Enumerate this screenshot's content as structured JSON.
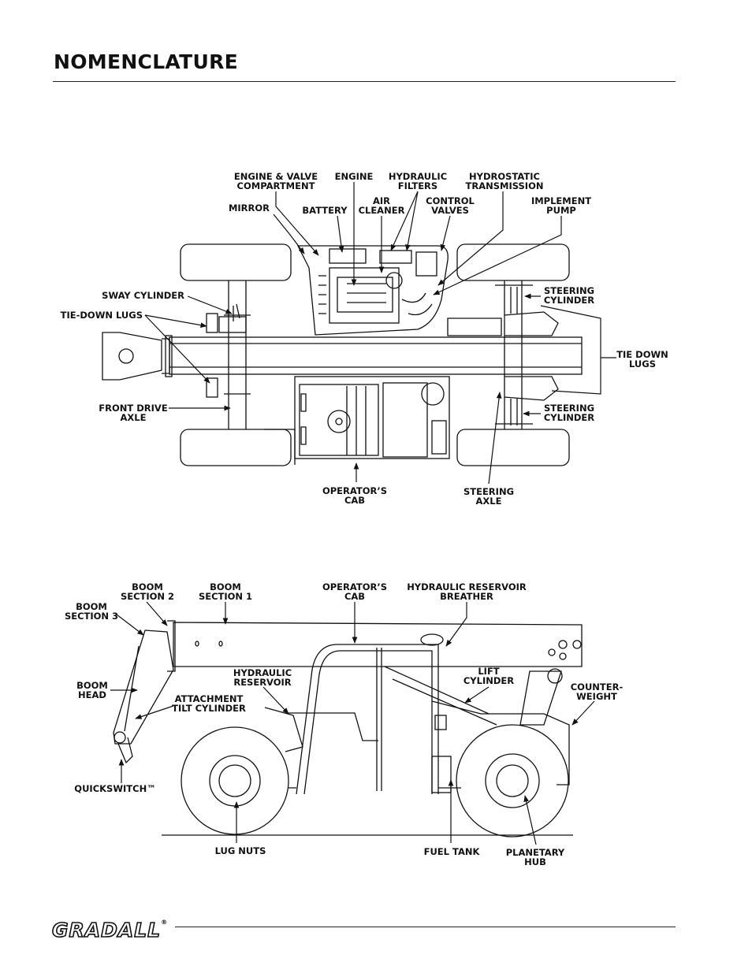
{
  "page": {
    "title": "NOMENCLATURE",
    "logo_text": "GRADALL",
    "logo_mark": "®"
  },
  "top_view": {
    "labels": {
      "engine_valve_compartment": [
        "ENGINE & VALVE",
        "COMPARTMENT"
      ],
      "engine": [
        "ENGINE"
      ],
      "hydraulic_filters": [
        "HYDRAULIC",
        "FILTERS"
      ],
      "hydrostatic_transmission": [
        "HYDROSTATIC",
        "TRANSMISSION"
      ],
      "mirror": [
        "MIRROR"
      ],
      "battery": [
        "BATTERY"
      ],
      "air_cleaner": [
        "AIR",
        "CLEANER"
      ],
      "control_valves": [
        "CONTROL",
        "VALVES"
      ],
      "implement_pump": [
        "IMPLEMENT",
        "PUMP"
      ],
      "sway_cylinder": [
        "SWAY CYLINDER"
      ],
      "tie_down_lugs_left": [
        "TIE-DOWN LUGS"
      ],
      "steering_cylinder_top": [
        "STEERING",
        "CYLINDER"
      ],
      "tie_down_lugs_right": [
        "TIE DOWN",
        "LUGS"
      ],
      "front_drive_axle": [
        "FRONT DRIVE",
        "AXLE"
      ],
      "steering_cylinder_bottom": [
        "STEERING",
        "CYLINDER"
      ],
      "operators_cab": [
        "OPERATOR’S",
        "CAB"
      ],
      "steering_axle": [
        "STEERING",
        "AXLE"
      ]
    }
  },
  "side_view": {
    "labels": {
      "boom_section_2": [
        "BOOM",
        "SECTION 2"
      ],
      "boom_section_1": [
        "BOOM",
        "SECTION 1"
      ],
      "operators_cab": [
        "OPERATOR’S",
        "CAB"
      ],
      "hydraulic_reservoir_breather": [
        "HYDRAULIC RESERVOIR",
        "BREATHER"
      ],
      "boom_section_3": [
        "BOOM",
        "SECTION 3"
      ],
      "hydraulic_reservoir": [
        "HYDRAULIC",
        "RESERVOIR"
      ],
      "lift_cylinder": [
        "LIFT",
        "CYLINDER"
      ],
      "boom_head": [
        "BOOM",
        "HEAD"
      ],
      "attachment_tilt_cylinder": [
        "ATTACHMENT",
        "TILT CYLINDER"
      ],
      "counterweight": [
        "COUNTER-",
        "WEIGHT"
      ],
      "quickswitch": [
        "QUICKSWITCH™"
      ],
      "lug_nuts": [
        "LUG NUTS"
      ],
      "fuel_tank": [
        "FUEL TANK"
      ],
      "planetary_hub": [
        "PLANETARY",
        "HUB"
      ]
    }
  }
}
